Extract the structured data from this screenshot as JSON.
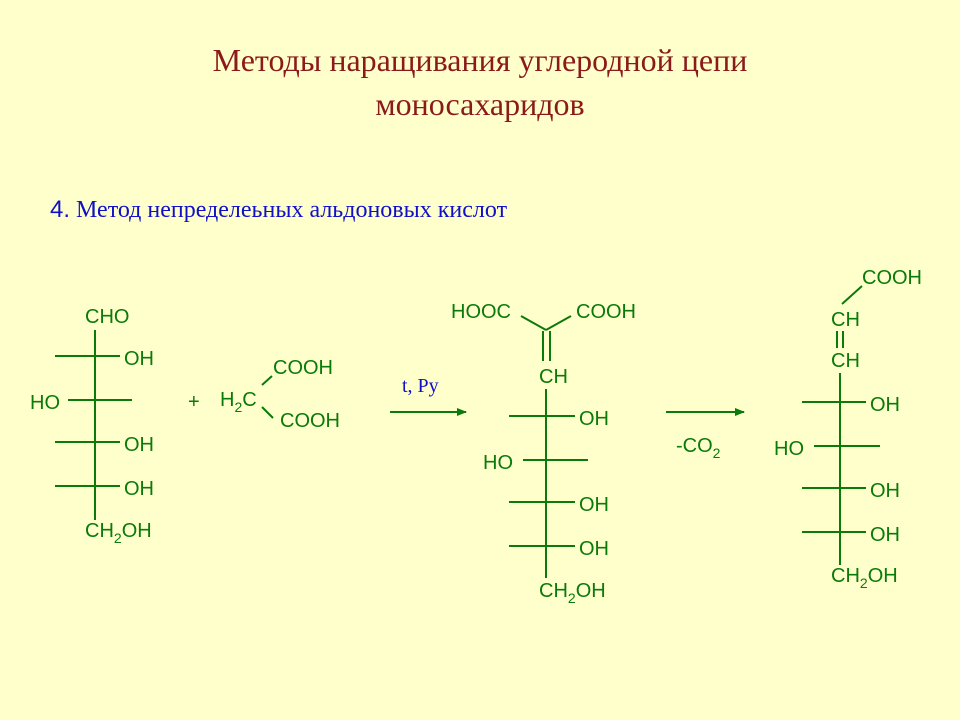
{
  "title": {
    "line1": "Методы наращивания углеродной цепи",
    "line2": "моносахаридов"
  },
  "subtitle": {
    "number": "4.",
    "text": "Метод непределеьных альдоновых кислот"
  },
  "colors": {
    "background": "#ffffcc",
    "title": "#8b1a1a",
    "subtitle": "#1010c8",
    "structures": "#0a7a0a"
  },
  "reactant1": {
    "top": "CHO",
    "oh1": "OH",
    "ho": "HO",
    "oh2": "OH",
    "oh3": "OH",
    "bottom_ch": "CH",
    "bottom_sub": "2",
    "bottom_oh": "OH"
  },
  "plus": "+",
  "malonic": {
    "h": "H",
    "sub": "2",
    "c": "C",
    "cooh_top": "COOH",
    "cooh_bottom": "COOH"
  },
  "arrow1_condition": "t, Py",
  "intermediate": {
    "hooc": "HOOC",
    "cooh": "COOH",
    "ch": "CH",
    "oh1": "OH",
    "ho": "HO",
    "oh2": "OH",
    "oh3": "OH",
    "bottom_ch": "CH",
    "bottom_sub": "2",
    "bottom_oh": "OH"
  },
  "arrow2_condition": {
    "prefix": "-CO",
    "sub": "2"
  },
  "product": {
    "cooh": "COOH",
    "ch1": "CH",
    "ch2": "CH",
    "oh1": "OH",
    "ho": "HO",
    "oh2": "OH",
    "oh3": "OH",
    "bottom_ch": "CH",
    "bottom_sub": "2",
    "bottom_oh": "OH"
  }
}
